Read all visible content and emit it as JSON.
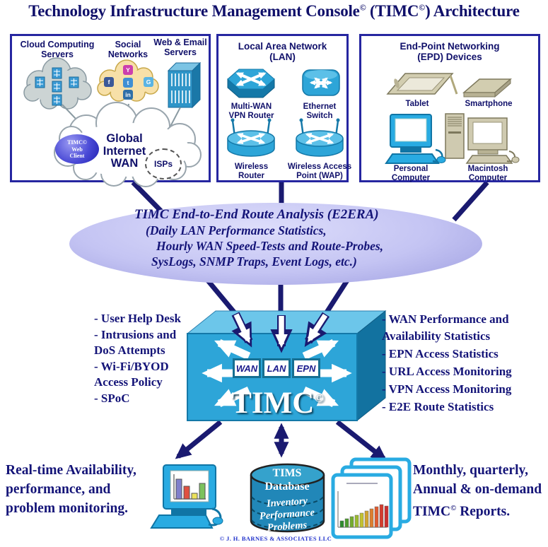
{
  "title": {
    "pre": "Technology Infrastructure Management Console",
    "sup1": "©",
    "mid": " (TIMC",
    "sup2": "©",
    "post": ") Architecture"
  },
  "wan_box": {
    "cloud_computing_label": "Cloud Computing\nServers",
    "social_networks_label": "Social\nNetworks",
    "web_email_label": "Web & Email\nServers",
    "global_wan_label": "Global\nInternet\nWAN",
    "timc_web_client_label": "TIMC©\nWeb\nClient",
    "isps_label": "ISPs",
    "social_icons": [
      {
        "glyph": "Y",
        "color": "#cc3fae"
      },
      {
        "glyph": "f",
        "color": "#3b5998"
      },
      {
        "glyph": "t",
        "color": "#3f8fd4"
      },
      {
        "glyph": "G",
        "color": "#5ab4e4"
      },
      {
        "glyph": "in",
        "color": "#2f6fa8"
      }
    ]
  },
  "lan_box": {
    "title": "Local Area Network\n(LAN)",
    "devices": [
      {
        "label": "Multi-WAN\nVPN Router"
      },
      {
        "label": "Ethernet\nSwitch"
      },
      {
        "label": "Wireless\nRouter"
      },
      {
        "label": "Wireless Access\nPoint (WAP)"
      }
    ]
  },
  "epd_box": {
    "title": "End-Point Networking\n(EPD) Devices",
    "devices": [
      {
        "label": "Tablet"
      },
      {
        "label": "Smartphone"
      },
      {
        "label": "Personal\nComputer"
      },
      {
        "label": "Macintosh\nComputer"
      }
    ]
  },
  "e2era": {
    "line1": "TIMC End-to-End Route Analysis (E2ERA)",
    "line2": "(Daily LAN Performance Statistics,",
    "line3": "Hourly WAN Speed-Tests and Route-Probes,",
    "line4": "SysLogs, SNMP Traps, Event Logs, etc.)"
  },
  "timc_core": {
    "modules": [
      "WAN",
      "LAN",
      "EPN"
    ],
    "name": "TIMC",
    "copyright": "©"
  },
  "left_panel": {
    "items": [
      "- User Help Desk",
      "- Intrusions and\n  DoS Attempts",
      "- Wi-Fi/BYOD\n  Access Policy",
      "- SPoC"
    ]
  },
  "right_panel": {
    "items": [
      "- WAN Performance and\n  Availability Statistics",
      "- EPN Access Statistics",
      "- URL Access Monitoring",
      "- VPN Access Monitoring",
      "- E2E Route Statistics"
    ]
  },
  "bottom": {
    "realtime_text": "Real-time Availability,\nperformance, and\nproblem monitoring.",
    "database": {
      "title": "TIMS\nDatabase",
      "items": [
        "Inventory",
        "Performance",
        "Problems"
      ]
    },
    "reports_pre": "Monthly, quarterly,\nAnnual & on-demand\nTIMC",
    "reports_sup": "©",
    "reports_post": " Reports."
  },
  "footer": {
    "copyright": "© J. H. BARNES & ASSOCIATES LLC"
  },
  "icons": {
    "cloud-servers-icon": "gray cloud with server buildings",
    "social-cloud-icon": "tan cloud with social network logos",
    "server-rack-icon": "3d web and email server",
    "internet-cloud-icon": "large white WAN cloud",
    "vpn-router-icon": "multi-wan vpn router",
    "ethernet-switch-icon": "ethernet switch cylinder",
    "wireless-router-icon": "wireless router with antennas",
    "wap-icon": "wireless access point with antennas",
    "tablet-icon": "tablet with stylus",
    "smartphone-icon": "smartphone slab",
    "pc-icon": "blue personal computer",
    "mac-icon": "beige macintosh computer",
    "timc-box-icon": "3d cyan cube with radiating arrows",
    "monitor-chart-icon": "computer with bar chart screen",
    "database-cylinder-icon": "TIMS database cylinder",
    "reports-stack-icon": "stacked report pages with bar chart"
  },
  "colors": {
    "navy_text": "#141478",
    "box_border": "#2626a0",
    "cyan": "#29abe2",
    "cyan_dark": "#1478a8",
    "cyan_light": "#6cc6ea",
    "lavender": "#c4c4f3",
    "db_blue": "#2187b8",
    "footer_blue": "#2233cc"
  }
}
